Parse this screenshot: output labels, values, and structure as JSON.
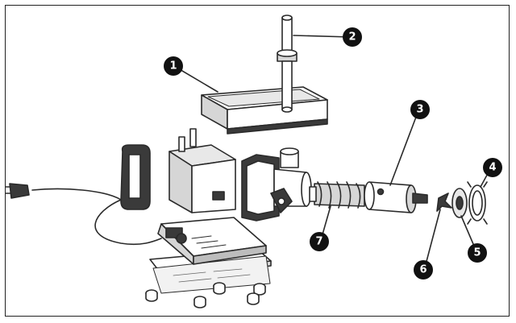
{
  "diagram": {
    "callouts": [
      {
        "id": "1",
        "label": "1"
      },
      {
        "id": "2",
        "label": "2"
      },
      {
        "id": "3",
        "label": "3"
      },
      {
        "id": "4",
        "label": "4"
      },
      {
        "id": "5",
        "label": "5"
      },
      {
        "id": "6",
        "label": "6"
      },
      {
        "id": "7",
        "label": "7"
      }
    ],
    "colors": {
      "stroke": "#2a2a2a",
      "fill": "#ffffff",
      "shade": "#d6d6d6",
      "dark": "#3a3a3a",
      "callout": "#111111"
    }
  }
}
